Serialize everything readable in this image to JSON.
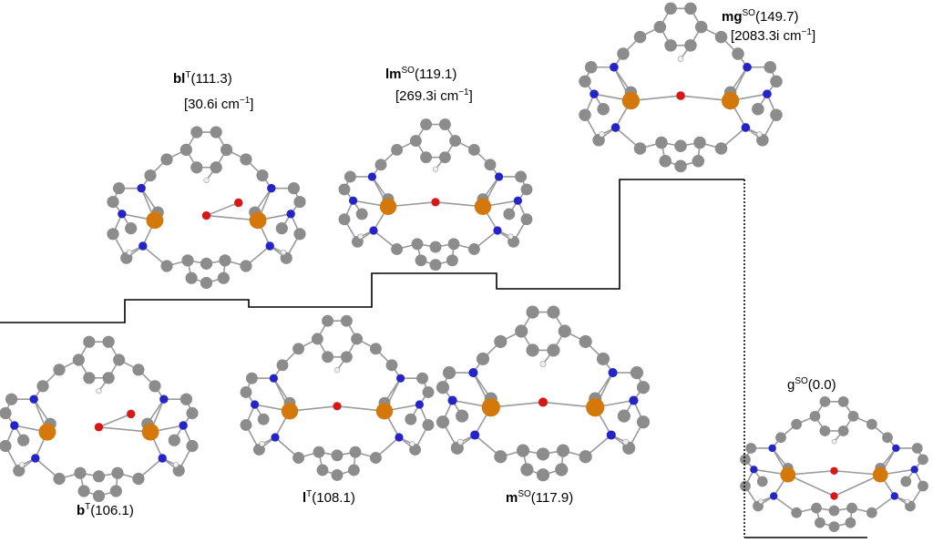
{
  "species": [
    {
      "id": "b",
      "name": "b",
      "state": "T",
      "energy": "(106.1)",
      "frequency": ""
    },
    {
      "id": "bl",
      "name": "bl",
      "state": "T",
      "energy": "(111.3)",
      "frequency": "[30.6i cm",
      "freq_exp": "−1",
      "freq_close": "]"
    },
    {
      "id": "l",
      "name": "l",
      "state": "T",
      "energy": "(108.1)",
      "frequency": ""
    },
    {
      "id": "lm",
      "name": "lm",
      "state": "SO",
      "energy": "(119.1)",
      "frequency": "[269.3i cm",
      "freq_exp": "−1",
      "freq_close": "]"
    },
    {
      "id": "m",
      "name": "m",
      "state": "SO",
      "energy": "(117.9)",
      "frequency": ""
    },
    {
      "id": "mg",
      "name": "mg",
      "state": "SO",
      "energy": "(149.7)",
      "frequency": "[2083.3i cm",
      "freq_exp": "−1",
      "freq_close": "]"
    },
    {
      "id": "g",
      "name": "g",
      "state": "SO",
      "energy": "(0.0)",
      "frequency": ""
    }
  ],
  "colors": {
    "carbon": "#8c8c8c",
    "nitrogen": "#2424c8",
    "metal": "#d4780c",
    "oxygen": "#d81818",
    "hydrogen": "#f0f0f0",
    "bond": "#9a9a9a",
    "level_line": "#000000"
  }
}
